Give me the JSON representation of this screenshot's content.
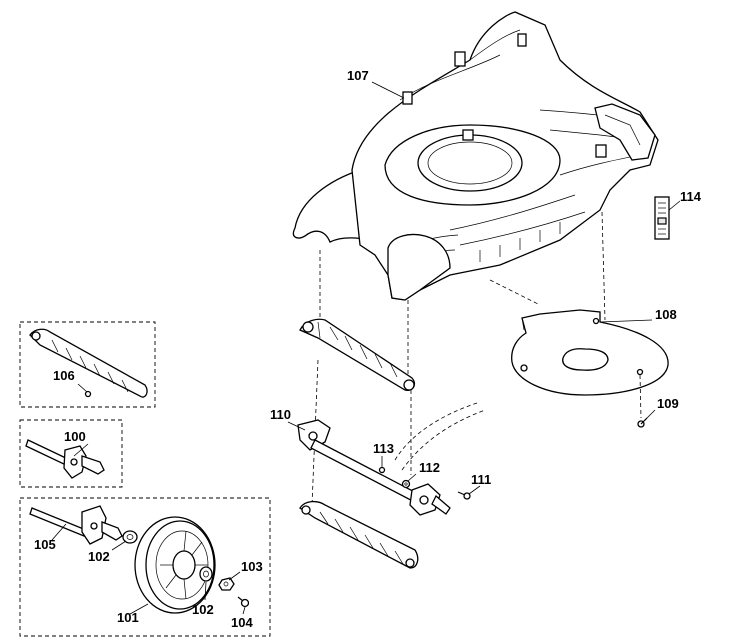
{
  "labels": {
    "p107": "107",
    "p114": "114",
    "p108": "108",
    "p109": "109",
    "p106": "106",
    "p100": "100",
    "p110": "110",
    "p113": "113",
    "p112": "112",
    "p111": "111",
    "p105": "105",
    "p102a": "102",
    "p103": "103",
    "p101": "101",
    "p102b": "102",
    "p104": "104"
  },
  "colors": {
    "line": "#000000",
    "background": "#ffffff",
    "shade": "#e8e8e8"
  }
}
